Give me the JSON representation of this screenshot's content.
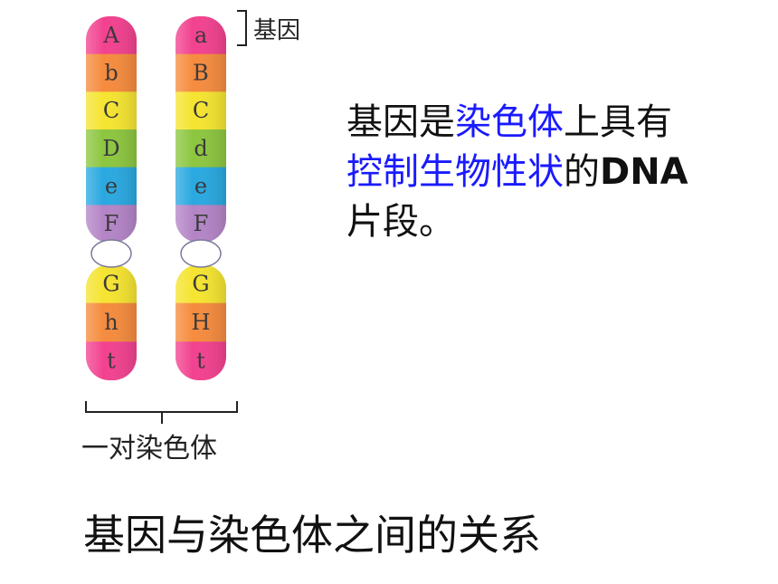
{
  "diagram": {
    "gene_caption": "基因",
    "pair_caption": "一对染色体",
    "left_chromosome": {
      "upper": [
        {
          "label": "A",
          "color": "#f2418f"
        },
        {
          "label": "b",
          "color": "#f58b3d"
        },
        {
          "label": "C",
          "color": "#f5e430"
        },
        {
          "label": "D",
          "color": "#8cc63f"
        },
        {
          "label": "e",
          "color": "#29a8e0"
        },
        {
          "label": "F",
          "color": "#b384c6"
        }
      ],
      "lower": [
        {
          "label": "G",
          "color": "#f5e430"
        },
        {
          "label": "h",
          "color": "#f58b3d"
        },
        {
          "label": "t",
          "color": "#f2418f"
        }
      ]
    },
    "right_chromosome": {
      "upper": [
        {
          "label": "a",
          "color": "#f2418f"
        },
        {
          "label": "B",
          "color": "#f58b3d"
        },
        {
          "label": "C",
          "color": "#f5e430"
        },
        {
          "label": "d",
          "color": "#8cc63f"
        },
        {
          "label": "e",
          "color": "#29a8e0"
        },
        {
          "label": "F",
          "color": "#b384c6"
        }
      ],
      "lower": [
        {
          "label": "G",
          "color": "#f5e430"
        },
        {
          "label": "H",
          "color": "#f58b3d"
        },
        {
          "label": "t",
          "color": "#f2418f"
        }
      ]
    }
  },
  "definition": {
    "parts": [
      {
        "text": "基因是",
        "style": "normal"
      },
      {
        "text": "染色体",
        "style": "blue"
      },
      {
        "text": "上具有\n",
        "style": "normal"
      },
      {
        "text": "控制生物性状",
        "style": "blue"
      },
      {
        "text": "的",
        "style": "normal"
      },
      {
        "text": "DNA",
        "style": "bold"
      },
      {
        "text": "\n片段。",
        "style": "normal"
      }
    ]
  },
  "title": "基因与染色体之间的关系",
  "colors": {
    "highlight": "#1a1aff",
    "text": "#111111"
  }
}
